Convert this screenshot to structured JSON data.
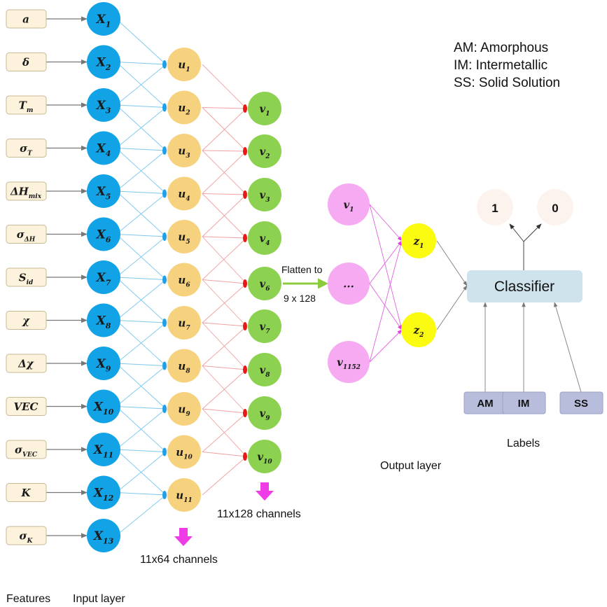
{
  "features": [
    {
      "base": "a",
      "sub": ""
    },
    {
      "base": "δ",
      "sub": ""
    },
    {
      "base": "T",
      "sub": "m"
    },
    {
      "base": "σ",
      "sub": "T"
    },
    {
      "base": "ΔH",
      "sub": "mix"
    },
    {
      "base": "σ",
      "sub": "ΔH"
    },
    {
      "base": "S",
      "sub": "id"
    },
    {
      "base": "χ",
      "sub": ""
    },
    {
      "base": "Δχ",
      "sub": ""
    },
    {
      "base": "VEC",
      "sub": ""
    },
    {
      "base": "σ",
      "sub": "VEC"
    },
    {
      "base": "K",
      "sub": ""
    },
    {
      "base": "σ",
      "sub": "K"
    }
  ],
  "input_nodes": [
    {
      "base": "X",
      "sub": "1"
    },
    {
      "base": "X",
      "sub": "2"
    },
    {
      "base": "X",
      "sub": "3"
    },
    {
      "base": "X",
      "sub": "4"
    },
    {
      "base": "X",
      "sub": "5"
    },
    {
      "base": "X",
      "sub": "6"
    },
    {
      "base": "X",
      "sub": "7"
    },
    {
      "base": "X",
      "sub": "8"
    },
    {
      "base": "X",
      "sub": "9"
    },
    {
      "base": "X",
      "sub": "10"
    },
    {
      "base": "X",
      "sub": "11"
    },
    {
      "base": "X",
      "sub": "12"
    },
    {
      "base": "X",
      "sub": "13"
    }
  ],
  "u_nodes": [
    {
      "base": "u",
      "sub": "1"
    },
    {
      "base": "u",
      "sub": "2"
    },
    {
      "base": "u",
      "sub": "3"
    },
    {
      "base": "u",
      "sub": "4"
    },
    {
      "base": "u",
      "sub": "5"
    },
    {
      "base": "u",
      "sub": "6"
    },
    {
      "base": "u",
      "sub": "7"
    },
    {
      "base": "u",
      "sub": "8"
    },
    {
      "base": "u",
      "sub": "9"
    },
    {
      "base": "u",
      "sub": "10"
    },
    {
      "base": "u",
      "sub": "11"
    }
  ],
  "v_nodes": [
    {
      "base": "v",
      "sub": "1"
    },
    {
      "base": "v",
      "sub": "2"
    },
    {
      "base": "v",
      "sub": "3"
    },
    {
      "base": "v",
      "sub": "4"
    },
    {
      "base": "v",
      "sub": "6"
    },
    {
      "base": "v",
      "sub": "7"
    },
    {
      "base": "v",
      "sub": "8"
    },
    {
      "base": "v",
      "sub": "9"
    },
    {
      "base": "v",
      "sub": "10"
    }
  ],
  "flat_nodes": [
    {
      "base": "v",
      "sub": "1"
    },
    {
      "base": "...",
      "sub": ""
    },
    {
      "base": "v",
      "sub": "1152"
    }
  ],
  "z_nodes": [
    {
      "base": "z",
      "sub": "1"
    },
    {
      "base": "z",
      "sub": "2"
    }
  ],
  "outputs": [
    "1",
    "0"
  ],
  "classifier_label": "Classifier",
  "label_boxes": [
    "AM",
    "IM",
    "SS"
  ],
  "legend": [
    "AM: Amorphous",
    "IM: Intermetallic",
    "SS: Solid Solution"
  ],
  "captions": {
    "features": "Features",
    "input_layer": "Input layer",
    "u_channels": "11x64 channels",
    "v_channels": "11x128 channels",
    "flatten_line1": "Flatten to",
    "flatten_line2": "9 x 128",
    "output_layer": "Output layer",
    "labels": "Labels"
  },
  "colors": {
    "feature_box": "#fdf3dc",
    "feature_border": "#c8b894",
    "input_node": "#12a3e6",
    "u_node": "#f7d27e",
    "v_node": "#8cd14f",
    "flat_node": "#f6aaf2",
    "z_node": "#fbfb12",
    "output_node": "#fcf2ee",
    "classifier": "#cfe3ec",
    "label_box": "#b8bddc",
    "arrow_magenta": "#f03ce6",
    "flatten_arrow": "#8ccc3c",
    "blue_line": "#7ec8ef",
    "red_line": "#f2a0a0"
  }
}
